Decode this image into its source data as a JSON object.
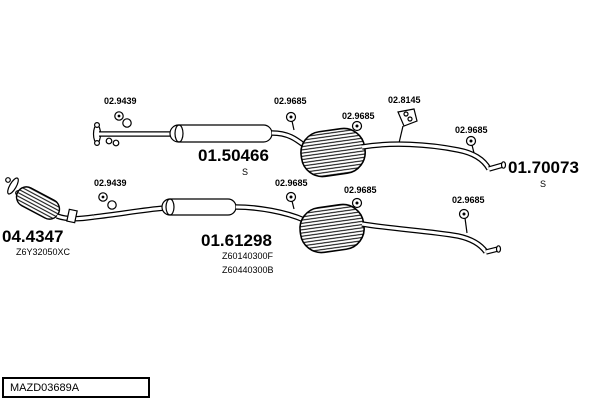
{
  "top": {
    "hangers": [
      "02.9439",
      "02.9685",
      "02.9685",
      "02.8145",
      "02.9685"
    ],
    "main": {
      "number": "01.50466",
      "variant": "S"
    },
    "tail": {
      "number": "01.70073",
      "variant": "S"
    }
  },
  "bottom": {
    "cat": {
      "number": "04.4347",
      "part_code": "Z6Y32050XC"
    },
    "hangers": [
      "02.9439",
      "02.9685",
      "02.9685",
      "02.9685"
    ],
    "main": {
      "number": "01.61298",
      "part_codes": [
        "Z60140300F",
        "Z60440300B"
      ]
    }
  },
  "footer": {
    "code": "MAZD03689A"
  }
}
